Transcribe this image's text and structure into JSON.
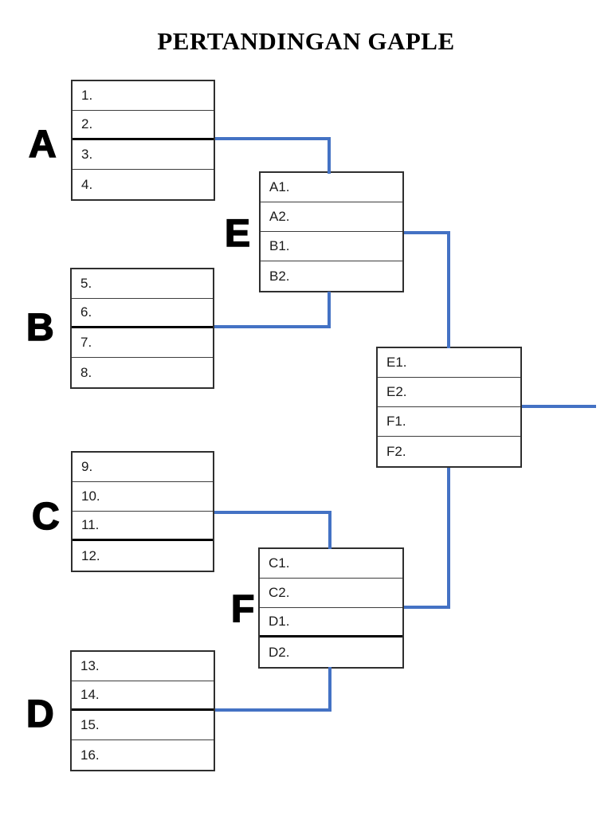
{
  "title": "PERTANDINGAN GAPLE",
  "colors": {
    "connector_blue": "#4472C4",
    "table_border": "#3d3d3d",
    "table_outer_border": "#2f2f2f",
    "thick_divider": "#000000",
    "text": "#1a1a1a"
  },
  "bracket": {
    "groups": {
      "A": {
        "label": "A",
        "slots": [
          "1.",
          "2.",
          "3.",
          "4."
        ]
      },
      "B": {
        "label": "B",
        "slots": [
          "5.",
          "6.",
          "7.",
          "8."
        ]
      },
      "C": {
        "label": "C",
        "slots": [
          "9.",
          "10.",
          "11.",
          "12."
        ]
      },
      "D": {
        "label": "D",
        "slots": [
          "13.",
          "14.",
          "15.",
          "16."
        ]
      },
      "E": {
        "label": "E",
        "slots": [
          "A1.",
          "A2.",
          "B1.",
          "B2."
        ]
      },
      "F": {
        "label": "F",
        "slots": [
          "C1.",
          "C2.",
          "D1.",
          "D2."
        ]
      },
      "final": {
        "slots": [
          "E1.",
          "E2.",
          "F1.",
          "F2."
        ]
      }
    }
  }
}
